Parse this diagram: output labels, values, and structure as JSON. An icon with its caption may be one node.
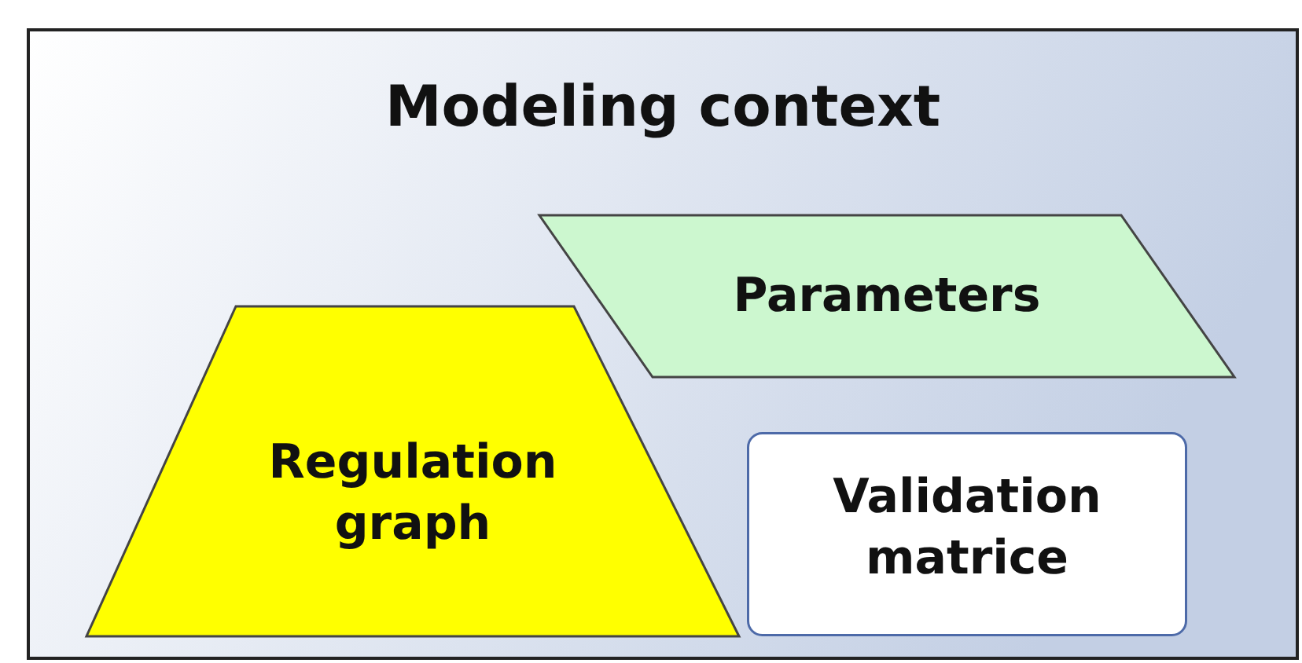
{
  "diagram": {
    "nodes": [
      {
        "text": [
          "Modeling context"
        ]
      },
      {
        "text": [
          "Parameters"
        ],
        "in": 0
      },
      {
        "text": [
          "Regulation graph"
        ],
        "in": 0
      },
      {
        "text": [
          "Validation matrice"
        ],
        "in": 0
      }
    ]
  }
}
